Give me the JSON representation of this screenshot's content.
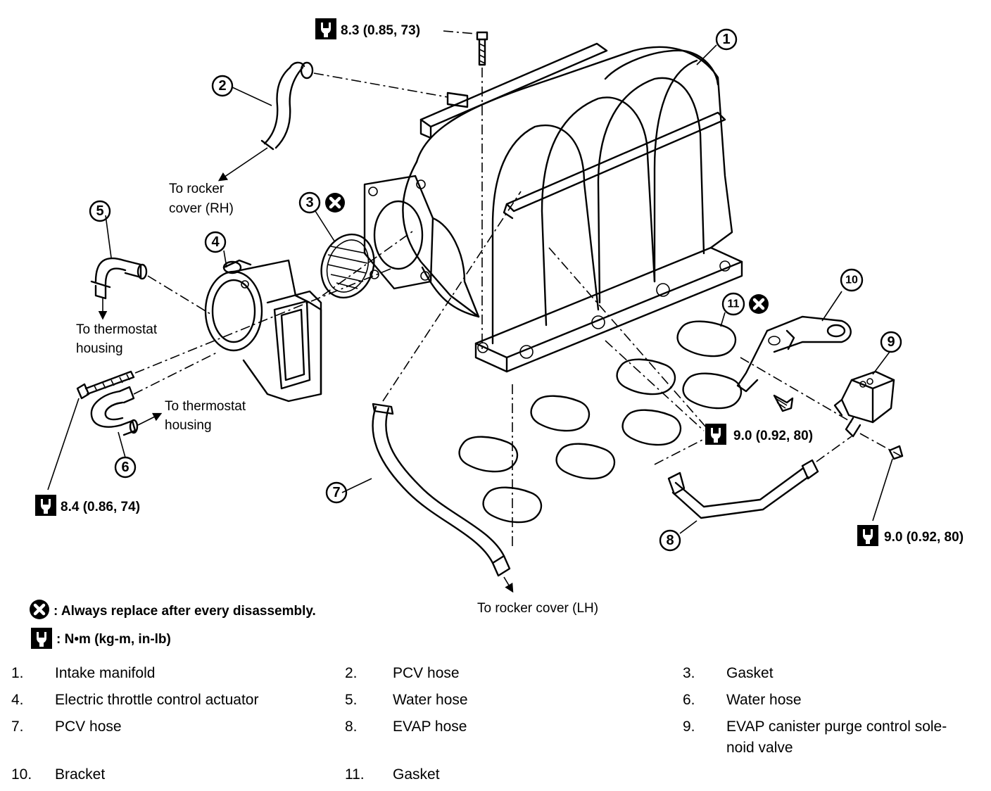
{
  "torques": {
    "t1": "8.3 (0.85, 73)",
    "t2": "8.4 (0.86, 74)",
    "t3": "9.0 (0.92, 80)",
    "t4": "9.0 (0.92, 80)"
  },
  "destinations": {
    "rocker_rh_1": "To rocker",
    "rocker_rh_2": "cover (RH)",
    "thermo_a_1": "To thermostat",
    "thermo_a_2": "housing",
    "thermo_b_1": "To thermostat",
    "thermo_b_2": "housing",
    "rocker_lh": "To rocker cover (LH)"
  },
  "callouts": [
    "1",
    "2",
    "3",
    "4",
    "5",
    "6",
    "7",
    "8",
    "9",
    "10",
    "11"
  ],
  "legend": {
    "replace": ": Always replace after every disassembly.",
    "torque_unit": ": N•m (kg-m, in-lb)"
  },
  "parts": [
    {
      "num": "1.",
      "name": "Intake manifold"
    },
    {
      "num": "2.",
      "name": "PCV hose"
    },
    {
      "num": "3.",
      "name": "Gasket"
    },
    {
      "num": "4.",
      "name": "Electric throttle control actuator"
    },
    {
      "num": "5.",
      "name": "Water hose"
    },
    {
      "num": "6.",
      "name": "Water hose"
    },
    {
      "num": "7.",
      "name": "PCV hose"
    },
    {
      "num": "8.",
      "name": "EVAP hose"
    },
    {
      "num": "9.",
      "name": "EVAP canister purge control sole-",
      "name2": "noid valve"
    },
    {
      "num": "10.",
      "name": "Bracket"
    },
    {
      "num": "11.",
      "name": "Gasket"
    }
  ]
}
